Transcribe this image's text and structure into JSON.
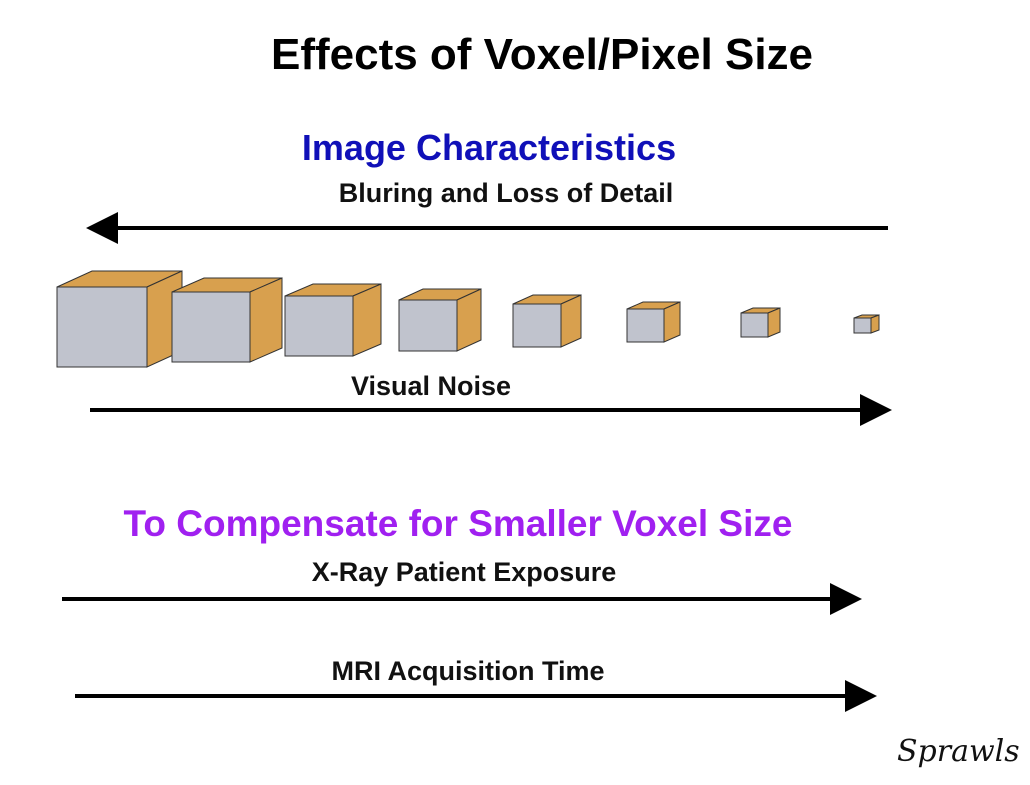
{
  "title": "Effects of Voxel/Pixel Size",
  "image_characteristics": {
    "heading": "Image Characteristics",
    "blurring_label": "Bluring and Loss of Detail",
    "noise_label": "Visual Noise"
  },
  "compensation": {
    "heading": "To Compensate for Smaller Voxel Size",
    "xray_label": "X-Ray Patient Exposure",
    "mri_label": "MRI Acquisition Time"
  },
  "signature": "Sprawls",
  "colors": {
    "title": "#000000",
    "section_heading_1": "#1010b8",
    "section_heading_2": "#a020f0",
    "voxel_front": "#c0c3cd",
    "voxel_side": "#d8a04e",
    "arrow": "#000000"
  }
}
